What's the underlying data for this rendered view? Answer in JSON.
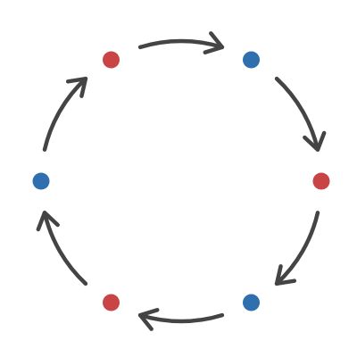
{
  "diagram": {
    "colors": {
      "background": "#ffffff",
      "arrow": "#444444",
      "red_node": "#c94444",
      "blue_node": "#2f6fb0"
    },
    "nodes": [
      {
        "id": "node-1",
        "color_key": "red_node"
      },
      {
        "id": "node-2",
        "color_key": "blue_node"
      },
      {
        "id": "node-3",
        "color_key": "red_node"
      },
      {
        "id": "node-4",
        "color_key": "blue_node"
      },
      {
        "id": "node-5",
        "color_key": "red_node"
      },
      {
        "id": "node-6",
        "color_key": "blue_node"
      }
    ],
    "edges": [
      {
        "from": "node-1",
        "to": "node-2"
      },
      {
        "from": "node-2",
        "to": "node-3"
      },
      {
        "from": "node-3",
        "to": "node-4"
      },
      {
        "from": "node-4",
        "to": "node-5"
      },
      {
        "from": "node-5",
        "to": "node-6"
      },
      {
        "from": "node-6",
        "to": "node-1"
      }
    ]
  }
}
